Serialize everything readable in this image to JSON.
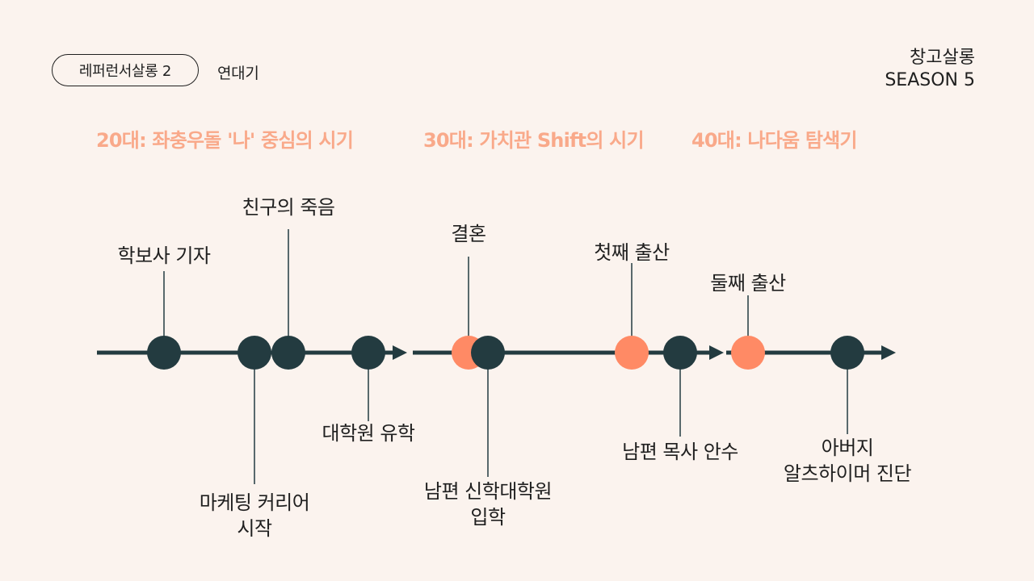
{
  "header": {
    "pill_label": "레퍼런서살롱 2",
    "subtitle": "연대기",
    "brand_line1": "창고살롱",
    "brand_line2": "SEASON 5"
  },
  "eras": [
    {
      "label": "20대: 좌충우돌 '나' 중심의 시기"
    },
    {
      "label": "30대: 가치관 Shift의 시기"
    },
    {
      "label": "40대: 나다움 탐색기"
    }
  ],
  "events": [
    {
      "label": "학보사 기자",
      "highlight": false
    },
    {
      "label": "마케팅 커리어\n시작",
      "highlight": false
    },
    {
      "label": "친구의 죽음",
      "highlight": false
    },
    {
      "label": "대학원 유학",
      "highlight": false
    },
    {
      "label": "결혼",
      "highlight": true
    },
    {
      "label": "남편 신학대학원\n입학",
      "highlight": false
    },
    {
      "label": "첫째 출산",
      "highlight": true
    },
    {
      "label": "남편 목사 안수",
      "highlight": false
    },
    {
      "label": "둘째 출산",
      "highlight": true
    },
    {
      "label": "아버지\n알츠하이머 진단",
      "highlight": false
    }
  ],
  "colors": {
    "background": "#FBF3EE",
    "node_dark": "#233B40",
    "node_highlight": "#FF8A65",
    "era_text": "#F9A98A",
    "line": "#233B40"
  }
}
